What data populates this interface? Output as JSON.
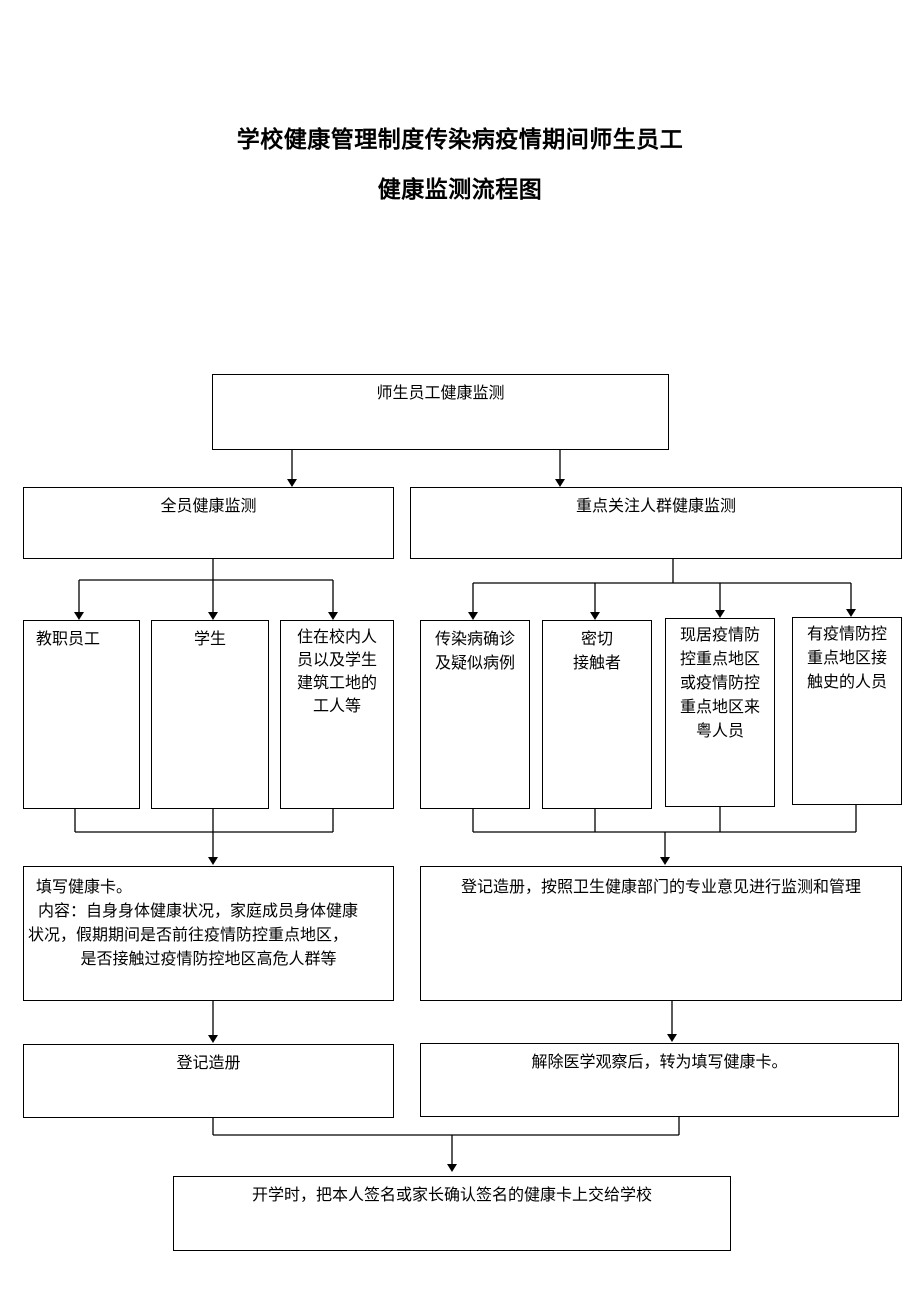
{
  "title": {
    "line1": "学校健康管理制度传染病疫情期间师生员工",
    "line2": "健康监测流程图"
  },
  "nodes": {
    "root": "师生员工健康监测",
    "all_staff": "全员健康监测",
    "key_groups": "重点关注人群健康监测",
    "teachers": "教职员工",
    "students": "学生",
    "residents": [
      "住在校内人",
      "员以及学生",
      "建筑工地的",
      "工人等"
    ],
    "confirmed": [
      "传染病确诊",
      "及疑似病例"
    ],
    "close_contact": [
      "密切",
      "接触者"
    ],
    "from_area": [
      "现居疫情防",
      "控重点地区",
      "或疫情防控",
      "重点地区来",
      "粤人员"
    ],
    "exposure_history": [
      "有疫情防控",
      "重点地区接",
      "触史的人员"
    ],
    "health_card": {
      "line1": "填写健康卡。",
      "line2": "内容：自身身体健康状况，家庭成员身体健康",
      "line3": "状况，假期期间是否前往疫情防控重点地区，",
      "line4": "是否接触过疫情防控地区高危人群等"
    },
    "register_monitor": "登记造册，按照卫生健康部门的专业意见进行监测和管理",
    "register": "登记造册",
    "release": "解除医学观察后，转为填写健康卡。",
    "final": "开学时，把本人签名或家长确认签名的健康卡上交给学校"
  }
}
